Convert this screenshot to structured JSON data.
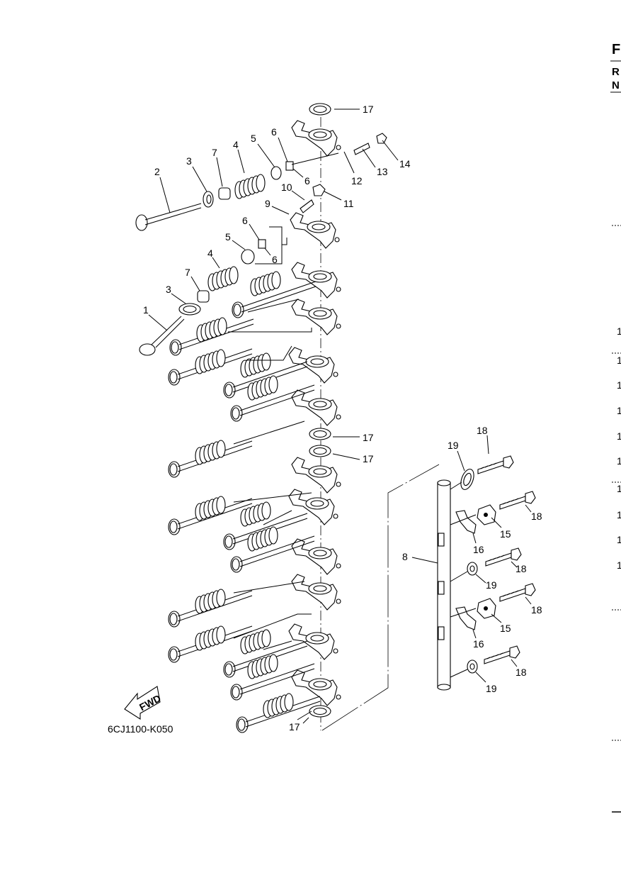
{
  "diagram_code": "6CJ1100-K050",
  "fwd_label": "FWD",
  "edge_text": {
    "header": [
      "F",
      "R",
      "N"
    ],
    "right_column": [
      "1",
      "1",
      "1",
      "1",
      "1",
      "1",
      "1",
      "1",
      "1",
      "1"
    ]
  },
  "callouts": [
    {
      "id": "c17a",
      "text": "17"
    },
    {
      "id": "c6a",
      "text": "6"
    },
    {
      "id": "c5a",
      "text": "5"
    },
    {
      "id": "c4a",
      "text": "4"
    },
    {
      "id": "c7a",
      "text": "7"
    },
    {
      "id": "c3a",
      "text": "3"
    },
    {
      "id": "c2",
      "text": "2"
    },
    {
      "id": "c6b",
      "text": "6"
    },
    {
      "id": "c12",
      "text": "12"
    },
    {
      "id": "c13",
      "text": "13"
    },
    {
      "id": "c14",
      "text": "14"
    },
    {
      "id": "c10",
      "text": "10"
    },
    {
      "id": "c11",
      "text": "11"
    },
    {
      "id": "c9",
      "text": "9"
    },
    {
      "id": "c6c",
      "text": "6"
    },
    {
      "id": "c5b",
      "text": "5"
    },
    {
      "id": "c6d",
      "text": "6"
    },
    {
      "id": "c4b",
      "text": "4"
    },
    {
      "id": "c7b",
      "text": "7"
    },
    {
      "id": "c3b",
      "text": "3"
    },
    {
      "id": "c1",
      "text": "1"
    },
    {
      "id": "c17b",
      "text": "17"
    },
    {
      "id": "c17c",
      "text": "17"
    },
    {
      "id": "c18a",
      "text": "18"
    },
    {
      "id": "c19a",
      "text": "19"
    },
    {
      "id": "c18b",
      "text": "18"
    },
    {
      "id": "c15a",
      "text": "15"
    },
    {
      "id": "c16a",
      "text": "16"
    },
    {
      "id": "c8",
      "text": "8"
    },
    {
      "id": "c18c",
      "text": "18"
    },
    {
      "id": "c19b",
      "text": "19"
    },
    {
      "id": "c18d",
      "text": "18"
    },
    {
      "id": "c15b",
      "text": "15"
    },
    {
      "id": "c16b",
      "text": "16"
    },
    {
      "id": "c18e",
      "text": "18"
    },
    {
      "id": "c19c",
      "text": "19"
    },
    {
      "id": "c17d",
      "text": "17"
    }
  ]
}
